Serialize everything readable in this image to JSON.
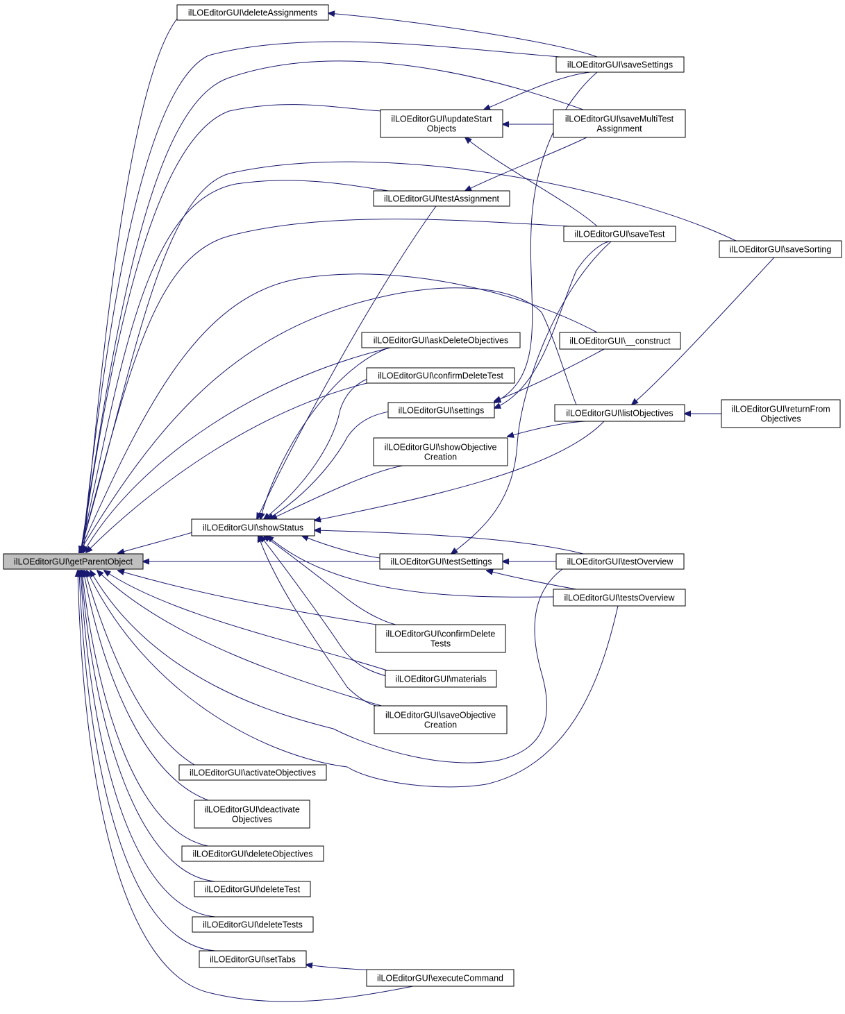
{
  "graph": {
    "colors": {
      "edge": "#191970",
      "node_border": "#000000",
      "node_fill": "#ffffff",
      "focus_fill": "#bfbfbf"
    },
    "nodes": {
      "getParentObject": {
        "lines": [
          "ilLOEditorGUI\\getParentObject"
        ]
      },
      "deleteAssignments": {
        "lines": [
          "ilLOEditorGUI\\deleteAssignments"
        ]
      },
      "saveSettings": {
        "lines": [
          "ilLOEditorGUI\\saveSettings"
        ]
      },
      "updateStartObjects": {
        "lines": [
          "ilLOEditorGUI\\updateStart",
          "Objects"
        ]
      },
      "saveMultiTestAssignment": {
        "lines": [
          "ilLOEditorGUI\\saveMultiTest",
          "Assignment"
        ]
      },
      "testAssignment": {
        "lines": [
          "ilLOEditorGUI\\testAssignment"
        ]
      },
      "saveTest": {
        "lines": [
          "ilLOEditorGUI\\saveTest"
        ]
      },
      "saveSorting": {
        "lines": [
          "ilLOEditorGUI\\saveSorting"
        ]
      },
      "askDeleteObjectives": {
        "lines": [
          "ilLOEditorGUI\\askDeleteObjectives"
        ]
      },
      "construct": {
        "lines": [
          "ilLOEditorGUI\\__construct"
        ]
      },
      "confirmDeleteTest": {
        "lines": [
          "ilLOEditorGUI\\confirmDeleteTest"
        ]
      },
      "settings": {
        "lines": [
          "ilLOEditorGUI\\settings"
        ]
      },
      "listObjectives": {
        "lines": [
          "ilLOEditorGUI\\listObjectives"
        ]
      },
      "returnFromObjectives": {
        "lines": [
          "ilLOEditorGUI\\returnFrom",
          "Objectives"
        ]
      },
      "showObjectiveCreation": {
        "lines": [
          "ilLOEditorGUI\\showObjective",
          "Creation"
        ]
      },
      "showStatus": {
        "lines": [
          "ilLOEditorGUI\\showStatus"
        ]
      },
      "testSettings": {
        "lines": [
          "ilLOEditorGUI\\testSettings"
        ]
      },
      "testOverview": {
        "lines": [
          "ilLOEditorGUI\\testOverview"
        ]
      },
      "testsOverview": {
        "lines": [
          "ilLOEditorGUI\\testsOverview"
        ]
      },
      "confirmDeleteTests": {
        "lines": [
          "ilLOEditorGUI\\confirmDelete",
          "Tests"
        ]
      },
      "materials": {
        "lines": [
          "ilLOEditorGUI\\materials"
        ]
      },
      "saveObjectiveCreation": {
        "lines": [
          "ilLOEditorGUI\\saveObjective",
          "Creation"
        ]
      },
      "activateObjectives": {
        "lines": [
          "ilLOEditorGUI\\activateObjectives"
        ]
      },
      "deactivateObjectives": {
        "lines": [
          "ilLOEditorGUI\\deactivate",
          "Objectives"
        ]
      },
      "deleteObjectives": {
        "lines": [
          "ilLOEditorGUI\\deleteObjectives"
        ]
      },
      "deleteTest": {
        "lines": [
          "ilLOEditorGUI\\deleteTest"
        ]
      },
      "deleteTests": {
        "lines": [
          "ilLOEditorGUI\\deleteTests"
        ]
      },
      "setTabs": {
        "lines": [
          "ilLOEditorGUI\\setTabs"
        ]
      },
      "executeCommand": {
        "lines": [
          "ilLOEditorGUI\\executeCommand"
        ]
      }
    }
  }
}
